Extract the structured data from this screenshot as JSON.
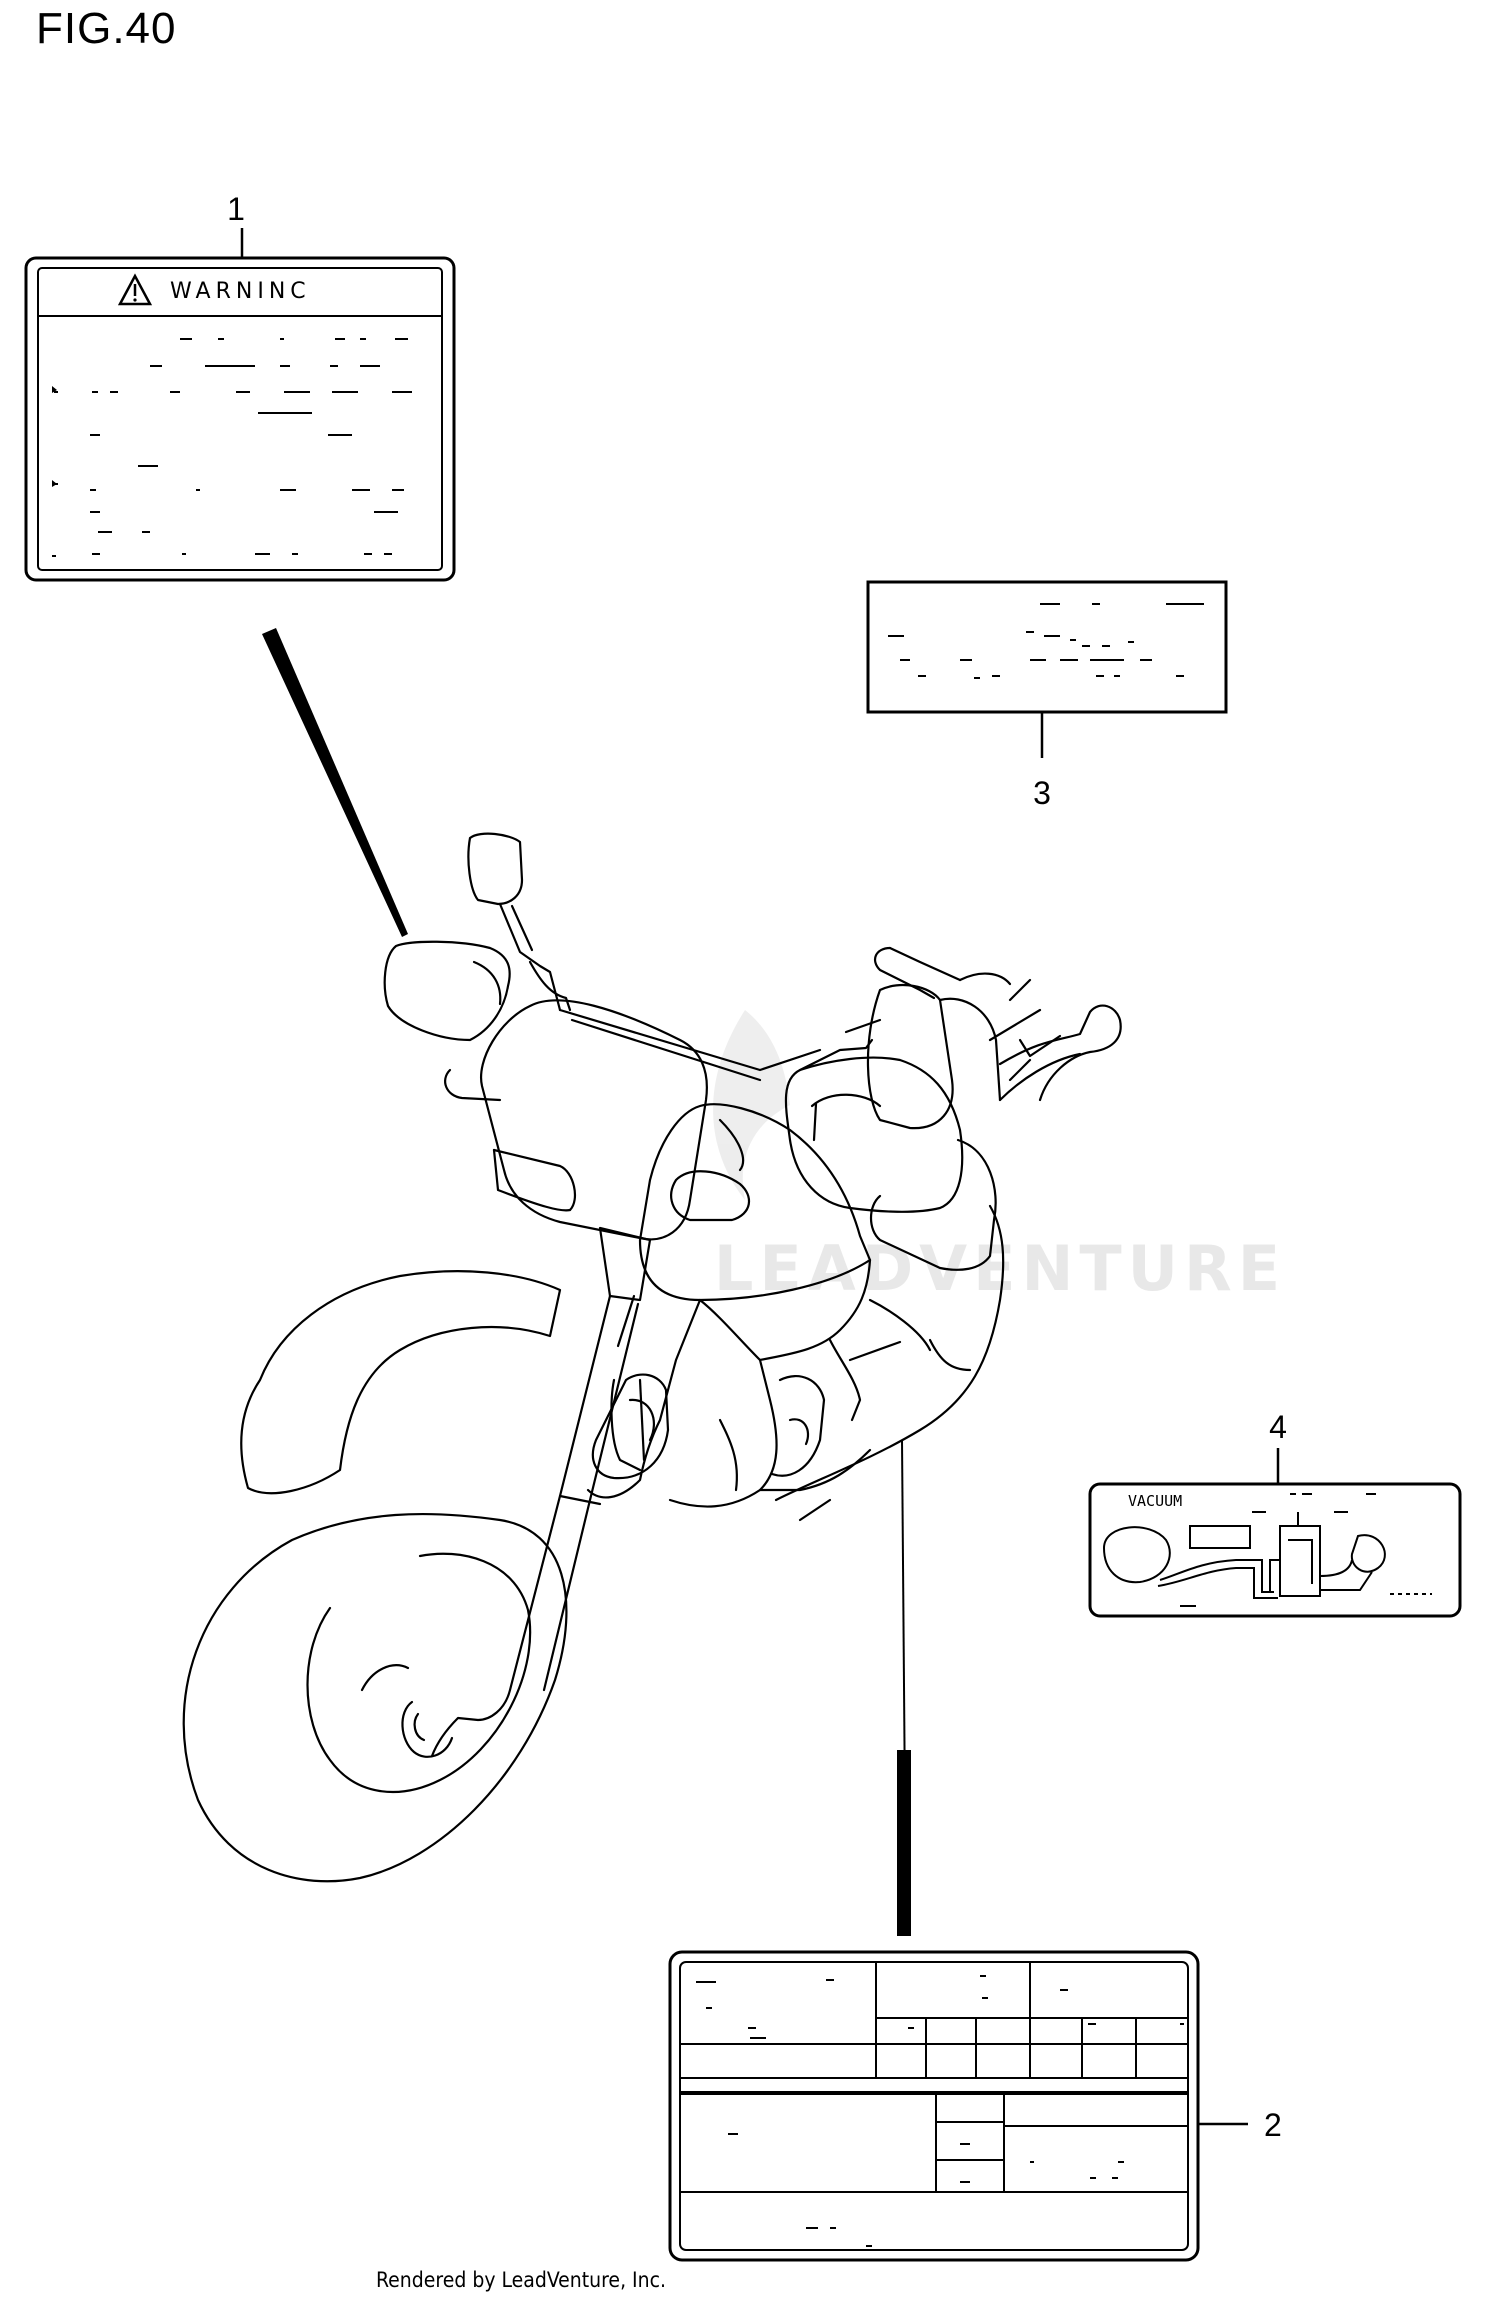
{
  "figure": {
    "title": "FIG.40"
  },
  "callouts": [
    {
      "number": "1",
      "part": "warning-label"
    },
    {
      "number": "2",
      "part": "information-label"
    },
    {
      "number": "3",
      "part": "caution-label"
    },
    {
      "number": "4",
      "part": "vacuum-hose-routing-label"
    }
  ],
  "labels": {
    "warning": {
      "heading": "WARNINC",
      "icon": "warning-triangle-icon"
    },
    "vacuum": {
      "heading": "VACUUM"
    }
  },
  "watermark": {
    "text": "LEADVENTURE"
  },
  "footer": {
    "credit": "Rendered by LeadVenture, Inc."
  }
}
